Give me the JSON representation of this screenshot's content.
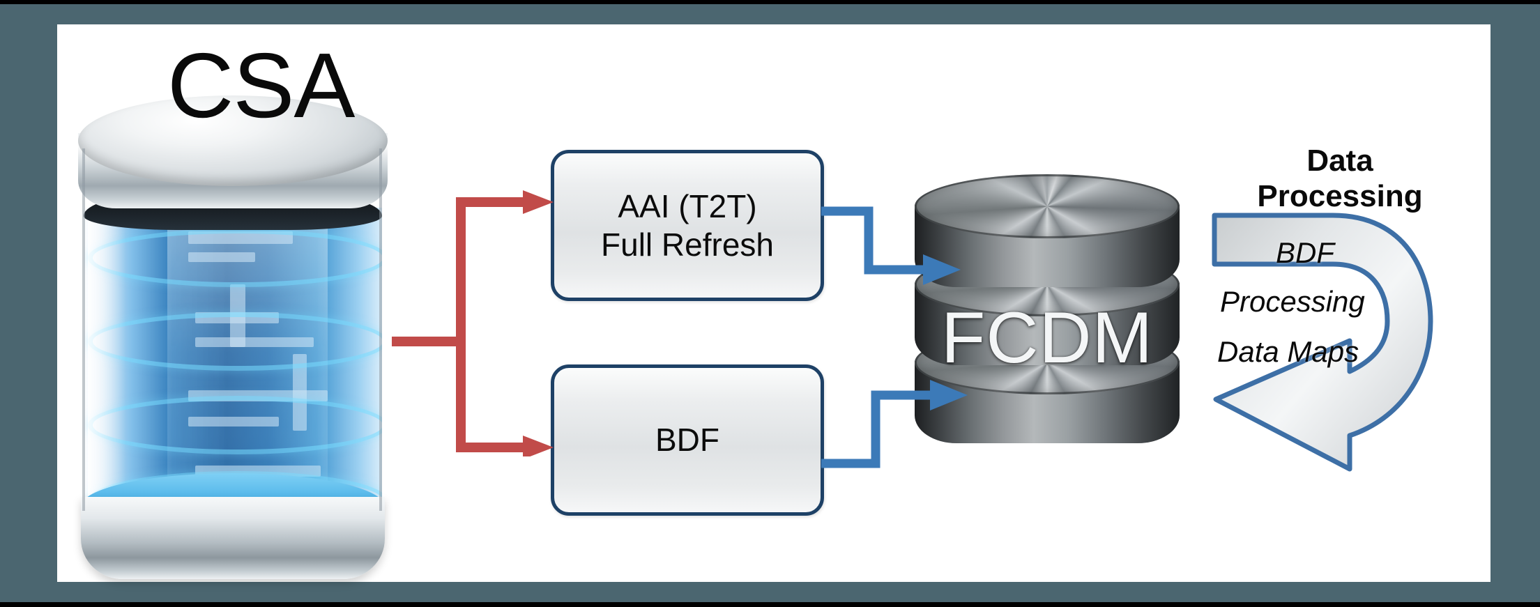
{
  "diagram": {
    "title": "CSA to FCDM data flow",
    "background_color": "#4B6670",
    "canvas_color": "#FFFFFF",
    "source": {
      "label": "CSA",
      "icon": "blue-glass-database-cylinder-icon",
      "accent_color": "#1758 98"
    },
    "processes": [
      {
        "id": "aai",
        "label": "AAI (T2T)\nFull Refresh",
        "line1": "AAI (T2T)",
        "line2": "Full Refresh",
        "border_color": "#1E4166",
        "fill_color": "#E4E7E9"
      },
      {
        "id": "bdf",
        "label": "BDF",
        "line1": "BDF",
        "line2": "",
        "border_color": "#1E4166",
        "fill_color": "#E4E7E9"
      }
    ],
    "target": {
      "label": "FCDM",
      "icon": "metallic-stacked-database-icon",
      "disc_count": 3
    },
    "annotation": {
      "heading_line1": "Data",
      "heading_line2": "Processing",
      "arrow_icon": "curved-u-turn-arrow-icon",
      "arrow_outline_color": "#3D6FA6",
      "lines": [
        "BDF",
        "Processing",
        "Data Maps"
      ]
    },
    "connectors": {
      "source_to_process_color": "#C14B49",
      "process_to_target_color": "#3C7AB8",
      "source_to_process_count": 2,
      "process_to_target_count": 2
    }
  }
}
